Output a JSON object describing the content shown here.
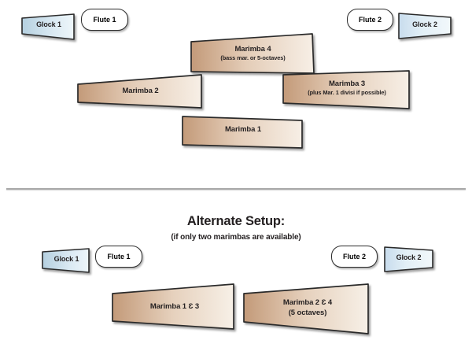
{
  "diagram": {
    "title_main": "Alternate Setup:",
    "title_sub": "(if only two marimbas are available)",
    "colors": {
      "marimba_dark": "#c39a79",
      "marimba_light": "#f5ece2",
      "glock_dark": "#b9d3e2",
      "glock_light": "#e7f1f7",
      "outline": "#2b2b2b",
      "divider": "#a9a9a9",
      "text": "#231f20",
      "page_background": "#ffffff"
    }
  },
  "primary_setup": {
    "glock_left": {
      "label": "Glock 1",
      "icon": "glockenspiel-trapezoid"
    },
    "flute_left": {
      "label": "Flute 1",
      "icon": "flute-rounded-box"
    },
    "flute_right": {
      "label": "Flute 2",
      "icon": "flute-rounded-box"
    },
    "glock_right": {
      "label": "Glock 2",
      "icon": "glockenspiel-trapezoid"
    },
    "marimbas": [
      {
        "id": "marimba-4",
        "title": "Marimba 4",
        "subtitle": "(bass mar. or 5-octaves)"
      },
      {
        "id": "marimba-2",
        "title": "Marimba 2",
        "subtitle": ""
      },
      {
        "id": "marimba-3",
        "title": "Marimba 3",
        "subtitle": "(plus Mar. 1 divisi if possible)"
      },
      {
        "id": "marimba-1",
        "title": "Marimba 1",
        "subtitle": ""
      }
    ]
  },
  "alternate_setup": {
    "glock_left": {
      "label": "Glock 1",
      "icon": "glockenspiel-trapezoid"
    },
    "flute_left": {
      "label": "Flute 1",
      "icon": "flute-rounded-box"
    },
    "flute_right": {
      "label": "Flute 2",
      "icon": "flute-rounded-box"
    },
    "glock_right": {
      "label": "Glock 2",
      "icon": "glockenspiel-trapezoid"
    },
    "marimbas": [
      {
        "id": "marimba-1-and-3",
        "title": "Marimba 1 Ɛ 3",
        "subtitle": ""
      },
      {
        "id": "marimba-2-and-4",
        "title": "Marimba 2 Ɛ 4",
        "subtitle": "(5 octaves)"
      }
    ]
  }
}
